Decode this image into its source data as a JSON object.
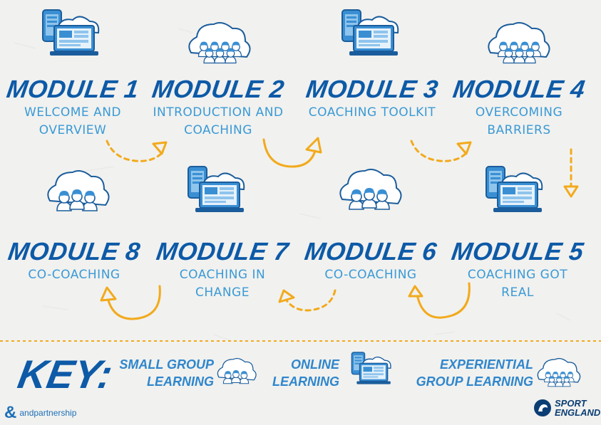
{
  "modules": [
    {
      "title": "MODULE 1",
      "subtitle_lines": [
        "WELCOME AND",
        "OVERVIEW"
      ],
      "icon": "online-learning-icon"
    },
    {
      "title": "MODULE 2",
      "subtitle_lines": [
        "INTRODUCTION AND",
        "COACHING"
      ],
      "icon": "experiential-group-icon"
    },
    {
      "title": "MODULE 3",
      "subtitle_lines": [
        "COACHING TOOLKIT"
      ],
      "icon": "online-learning-icon"
    },
    {
      "title": "MODULE 4",
      "subtitle_lines": [
        "OVERCOMING",
        "BARRIERS"
      ],
      "icon": "experiential-group-icon"
    },
    {
      "title": "MODULE 5",
      "subtitle_lines": [
        "COACHING GOT",
        "REAL"
      ],
      "icon": "online-learning-icon"
    },
    {
      "title": "MODULE 6",
      "subtitle_lines": [
        "CO-COACHING"
      ],
      "icon": "small-group-icon"
    },
    {
      "title": "MODULE 7",
      "subtitle_lines": [
        "COACHING IN",
        "CHANGE"
      ],
      "icon": "online-learning-icon"
    },
    {
      "title": "MODULE 8",
      "subtitle_lines": [
        "CO-COACHING"
      ],
      "icon": "small-group-icon"
    }
  ],
  "key": {
    "title": "KEY:",
    "items": [
      {
        "label_lines": [
          "SMALL GROUP",
          "LEARNING"
        ],
        "icon": "small-group-icon"
      },
      {
        "label_lines": [
          "ONLINE",
          "LEARNING"
        ],
        "icon": "online-learning-icon"
      },
      {
        "label_lines": [
          "EXPERIENTIAL",
          "GROUP LEARNING"
        ],
        "icon": "experiential-group-icon"
      }
    ]
  },
  "footer": {
    "left_logo_text": "andpartnership",
    "left_logo_symbol": "&",
    "right_logo_line1": "SPORT",
    "right_logo_line2": "ENGLAND"
  },
  "colors": {
    "title_blue": "#0d5aa7",
    "subtitle_blue": "#3a9ad6",
    "arrow_orange": "#f2aa1c",
    "background": "#f1f1ef"
  }
}
